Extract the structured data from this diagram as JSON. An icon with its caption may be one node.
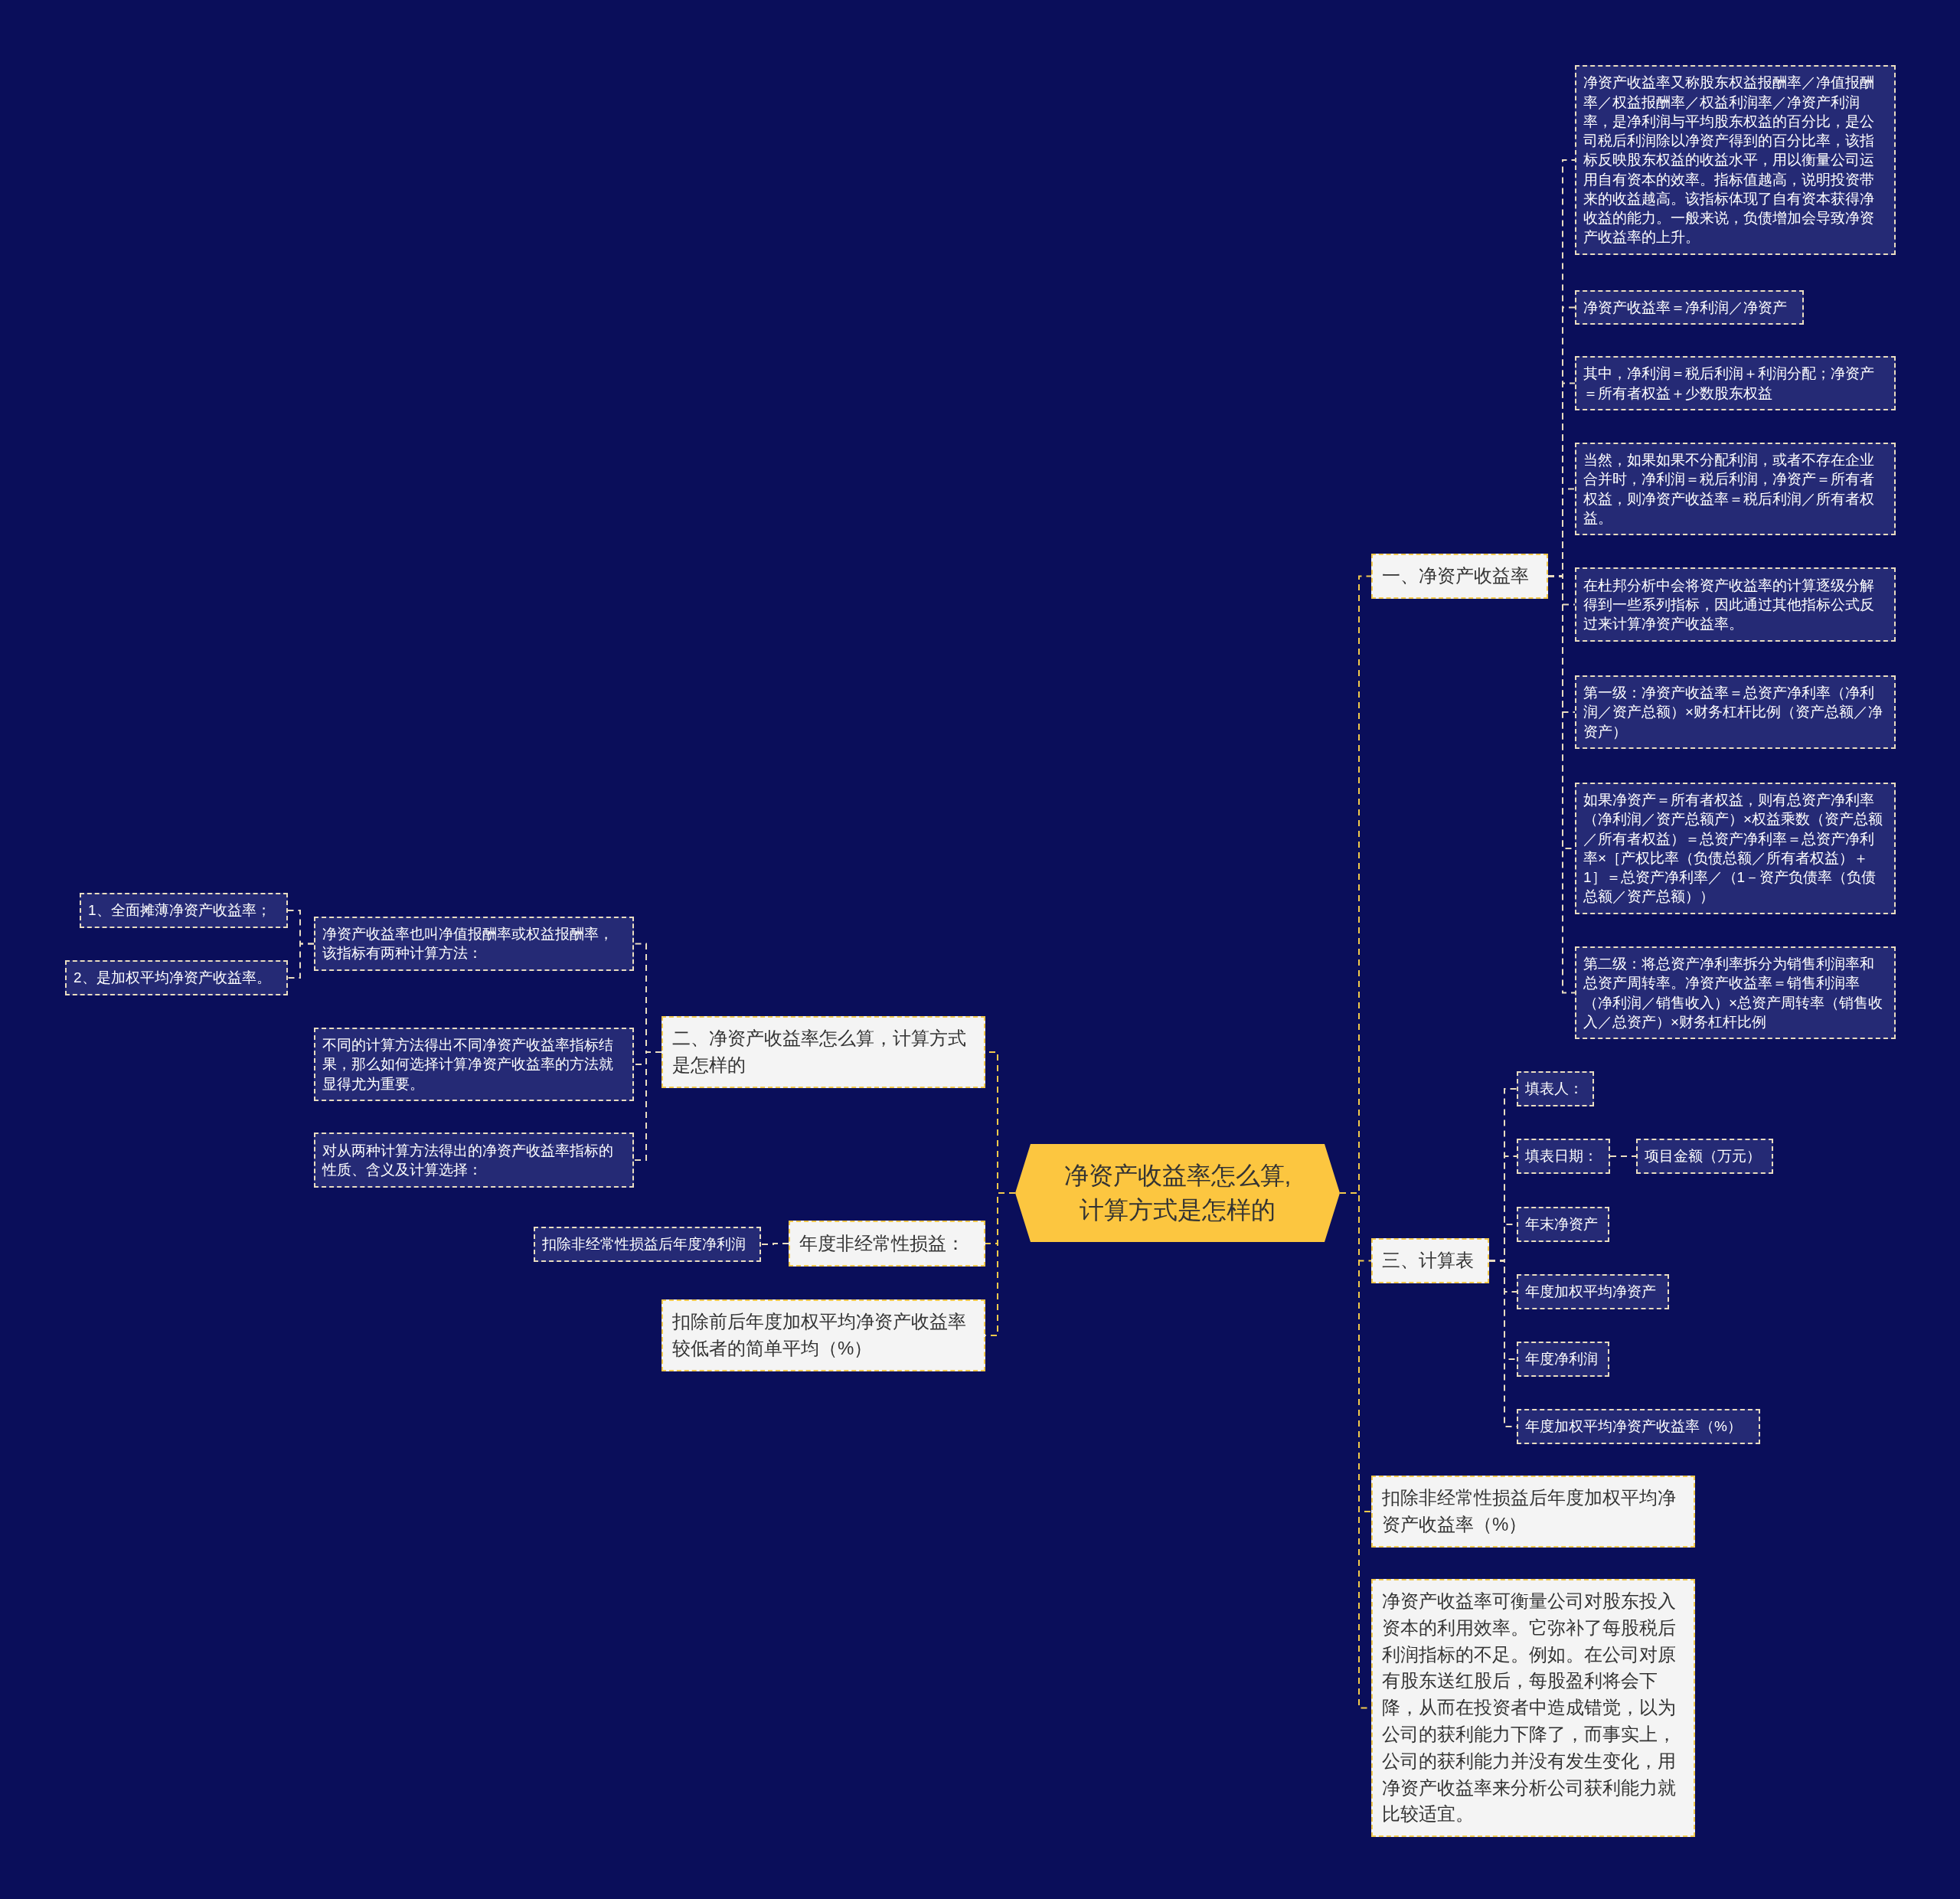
{
  "diagram": {
    "nodes": [
      {
        "text": [
          "净资产收益率怎么算,计算方式是怎样的"
        ]
      },
      {
        "text": [
          "一、净资产收益率"
        ]
      },
      {
        "text": [
          "净资产收益率又称股东权益报酬率／净值报酬率／权益报酬率／权益利润率／净资产利润率，是净利润与平均股东权益的百分比，是公司税后利润除以净资产得到的百分比率，该指标反映股东权益的收益水平，用以衡量公司运用自有资本的效率。指标值越高，说明投资带来的收益越高。该指标体现了自有资本获得净收益的能力。一般来说，负债增加会导致净资产收益率的上升。"
        ]
      },
      {
        "text": [
          "净资产收益率＝净利润／净资产"
        ]
      },
      {
        "text": [
          "其中，净利润＝税后利润＋利润分配；净资产＝所有者权益＋少数股东权益"
        ]
      },
      {
        "text": [
          "当然，如果如果不分配利润，或者不存在企业合并时，净利润＝税后利润，净资产＝所有者权益，则净资产收益率＝税后利润／所有者权益。"
        ]
      },
      {
        "text": [
          "在杜邦分析中会将资产收益率的计算逐级分解得到一些系列指标，因此通过其他指标公式反过来计算净资产收益率。"
        ]
      },
      {
        "text": [
          "第一级：净资产收益率＝总资产净利率（净利润／资产总额）×财务杠杆比例（资产总额／净资产）"
        ]
      },
      {
        "text": [
          "如果净资产＝所有者权益，则有总资产净利率（净利润／资产总额产）×权益乘数（资产总额／所有者权益）＝总资产净利率＝总资产净利率×［产权比率（负债总额／所有者权益）＋1］＝总资产净利率／（1－资产负债率（负债总额／资产总额））"
        ]
      },
      {
        "text": [
          "第二级：将总资产净利率拆分为销售利润率和总资产周转率。净资产收益率＝销售利润率（净利润／销售收入）×总资产周转率（销售收入／总资产）×财务杠杆比例"
        ]
      },
      {
        "text": [
          "三、计算表"
        ]
      },
      {
        "text": [
          "填表人："
        ]
      },
      {
        "text": [
          "填表日期："
        ]
      },
      {
        "text": [
          "项目金额（万元）"
        ]
      },
      {
        "text": [
          "年末净资产"
        ]
      },
      {
        "text": [
          "年度加权平均净资产"
        ]
      },
      {
        "text": [
          "年度净利润"
        ]
      },
      {
        "text": [
          "年度加权平均净资产收益率（%）"
        ]
      },
      {
        "text": [
          "扣除非经常性损益后年度加权平均净资产收益率（%）"
        ]
      },
      {
        "text": [
          "净资产收益率可衡量公司对股东投入资本的利用效率。它弥补了每股税后利润指标的不足。例如。在公司对原有股东送红股后，每股盈利将会下降，从而在投资者中造成错觉，以为公司的获利能力下降了，而事实上，公司的获利能力并没有发生变化，用净资产收益率来分析公司获利能力就比较适宜。"
        ]
      },
      {
        "text": [
          "二、净资产收益率怎么算，计算方式是怎样的"
        ]
      },
      {
        "text": [
          "净资产收益率也叫净值报酬率或权益报酬率，该指标有两种计算方法："
        ]
      },
      {
        "text": [
          "1、全面摊薄净资产收益率；"
        ]
      },
      {
        "text": [
          "2、是加权平均净资产收益率。"
        ]
      },
      {
        "text": [
          "不同的计算方法得出不同净资产收益率指标结果，那么如何选择计算净资产收益率的方法就显得尤为重要。"
        ]
      },
      {
        "text": [
          "对从两种计算方法得出的净资产收益率指标的性质、含义及计算选择："
        ]
      },
      {
        "text": [
          "年度非经常性损益："
        ]
      },
      {
        "text": [
          "扣除非经常性损益后年度净利润"
        ]
      },
      {
        "text": [
          "扣除前后年度加权平均净资产收益率较低者的简单平均（%）"
        ]
      }
    ],
    "edges": [
      {
        "from": 0,
        "to": 1,
        "arrow": "none",
        "color": "#f2c94c"
      },
      {
        "from": 1,
        "to": 2,
        "arrow": "none"
      },
      {
        "from": 1,
        "to": 3,
        "arrow": "none"
      },
      {
        "from": 1,
        "to": 4,
        "arrow": "none"
      },
      {
        "from": 1,
        "to": 5,
        "arrow": "none"
      },
      {
        "from": 1,
        "to": 6,
        "arrow": "none"
      },
      {
        "from": 1,
        "to": 7,
        "arrow": "none"
      },
      {
        "from": 1,
        "to": 8,
        "arrow": "none"
      },
      {
        "from": 1,
        "to": 9,
        "arrow": "none"
      },
      {
        "from": 0,
        "to": 10,
        "arrow": "none",
        "color": "#f2c94c"
      },
      {
        "from": 10,
        "to": 11,
        "arrow": "none"
      },
      {
        "from": 10,
        "to": 12,
        "arrow": "none"
      },
      {
        "from": 12,
        "to": 13,
        "arrow": "none"
      },
      {
        "from": 10,
        "to": 14,
        "arrow": "none"
      },
      {
        "from": 10,
        "to": 15,
        "arrow": "none"
      },
      {
        "from": 10,
        "to": 16,
        "arrow": "none"
      },
      {
        "from": 10,
        "to": 17,
        "arrow": "none"
      },
      {
        "from": 0,
        "to": 18,
        "arrow": "none",
        "color": "#f2c94c"
      },
      {
        "from": 0,
        "to": 19,
        "arrow": "none",
        "color": "#f2c94c"
      },
      {
        "from": 0,
        "to": 20,
        "arrow": "none",
        "color": "#f2c94c"
      },
      {
        "from": 20,
        "to": 21,
        "arrow": "none"
      },
      {
        "from": 21,
        "to": 22,
        "arrow": "none"
      },
      {
        "from": 21,
        "to": 23,
        "arrow": "none"
      },
      {
        "from": 20,
        "to": 24,
        "arrow": "none"
      },
      {
        "from": 20,
        "to": 25,
        "arrow": "none"
      },
      {
        "from": 0,
        "to": 26,
        "arrow": "none",
        "color": "#f2c94c"
      },
      {
        "from": 26,
        "to": 27,
        "arrow": "none"
      },
      {
        "from": 0,
        "to": 28,
        "arrow": "none",
        "color": "#f2c94c"
      }
    ]
  }
}
